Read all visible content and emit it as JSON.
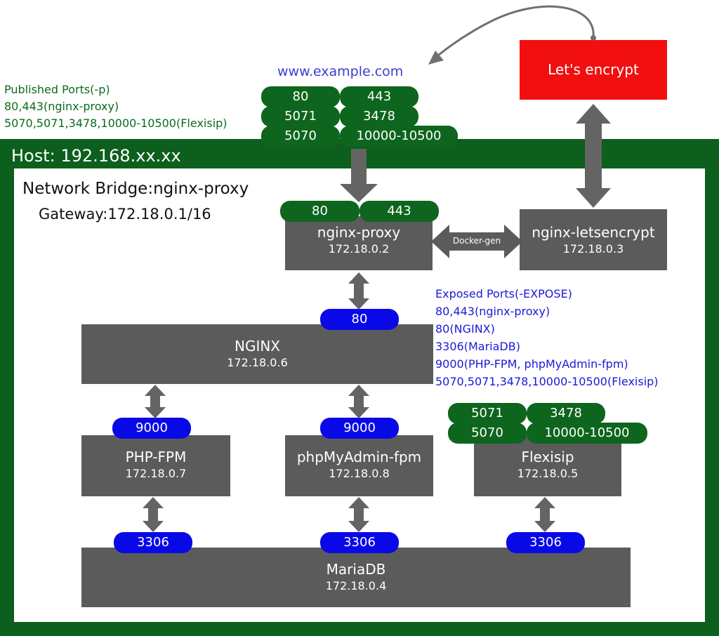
{
  "host": {
    "label": "Host: 192.168.xx.xx"
  },
  "bridge": {
    "label": "Network Bridge:nginx-proxy",
    "gateway": "Gateway:172.18.0.1/16"
  },
  "domain": "www.example.com",
  "letsencrypt": "Let's encrypt",
  "published": {
    "lines": [
      "Published Ports(-p)",
      "80,443(nginx-proxy)",
      "5070,5071,3478,10000-10500(Flexisip)"
    ],
    "ports": [
      "80",
      "443",
      "5071",
      "3478",
      "5070",
      "10000-10500"
    ]
  },
  "exposed": {
    "lines": [
      "Exposed Ports(-EXPOSE)",
      "80,443(nginx-proxy)",
      "80(NGINX)",
      "3306(MariaDB)",
      "9000(PHP-FPM, phpMyAdmin-fpm)",
      "5070,5071,3478,10000-10500(Flexisip)"
    ]
  },
  "containers": {
    "nginx_proxy": {
      "name": "nginx-proxy",
      "ip": "172.18.0.2",
      "ports": [
        "80",
        "443"
      ]
    },
    "letsencrypt": {
      "name": "nginx-letsencrypt",
      "ip": "172.18.0.3"
    },
    "docker_gen": "Docker-gen",
    "nginx": {
      "name": "NGINX",
      "ip": "172.18.0.6",
      "port": "80"
    },
    "php_fpm": {
      "name": "PHP-FPM",
      "ip": "172.18.0.7",
      "port": "9000"
    },
    "phpmyadmin": {
      "name": "phpMyAdmin-fpm",
      "ip": "172.18.0.8",
      "port": "9000"
    },
    "flexisip": {
      "name": "Flexisip",
      "ip": "172.18.0.5",
      "ports": [
        "5071",
        "3478",
        "5070",
        "10000-10500"
      ]
    },
    "mariadb": {
      "name": "MariaDB",
      "ip": "172.18.0.4",
      "port": "3306"
    }
  },
  "colors": {
    "host": "#0c5f1c",
    "box": "#5b5b5b",
    "published_pill": "#0e651d",
    "exposed_pill": "#0909e8",
    "letsencrypt": "#f20f0f",
    "arrow": "#696969"
  }
}
